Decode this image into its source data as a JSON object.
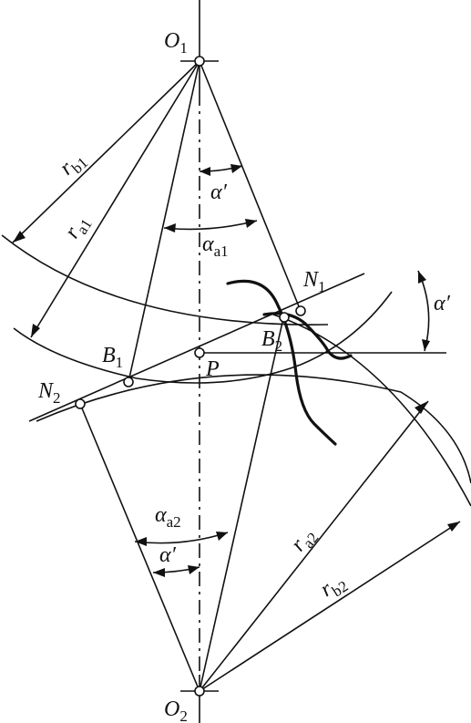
{
  "labels": {
    "O1": {
      "main": "O",
      "sub": "1"
    },
    "O2": {
      "main": "O",
      "sub": "2"
    },
    "N1": {
      "main": "N",
      "sub": "1"
    },
    "N2": {
      "main": "N",
      "sub": "2"
    },
    "B1": {
      "main": "B",
      "sub": "1"
    },
    "B2": {
      "main": "B",
      "sub": "2"
    },
    "P": {
      "main": "P"
    },
    "rb1": {
      "main": "r",
      "sub": "b1"
    },
    "ra1": {
      "main": "r",
      "sub": "a1"
    },
    "ra2": {
      "main": "r",
      "sub": "a2"
    },
    "rb2": {
      "main": "r",
      "sub": "b2"
    },
    "alpha_prime_top": {
      "main": "α′"
    },
    "alpha_a1": {
      "main": "α",
      "sub": "a1"
    },
    "alpha_prime_right": {
      "main": "α′"
    },
    "alpha_a2": {
      "main": "α",
      "sub": "a2"
    },
    "alpha_prime_bottom": {
      "main": "α′"
    }
  }
}
